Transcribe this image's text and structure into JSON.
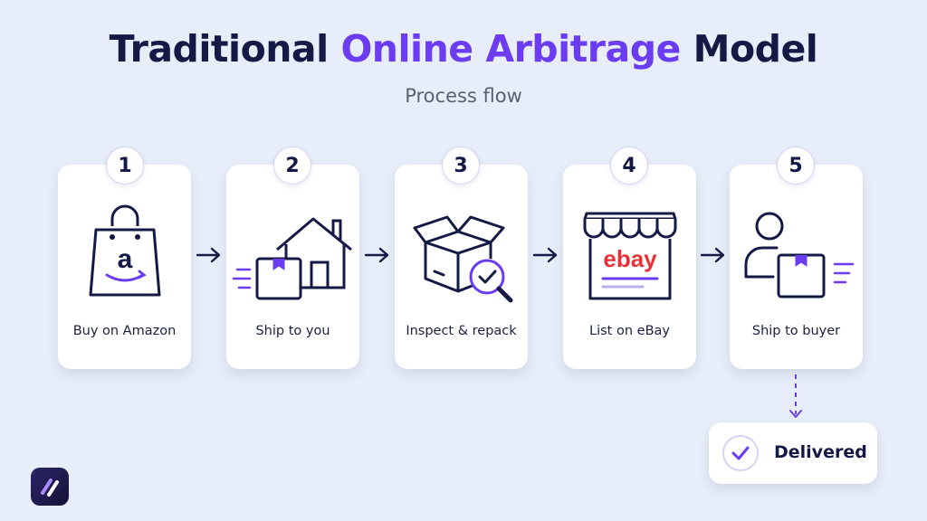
{
  "header": {
    "title_part1": "Traditional",
    "title_accent": "Online Arbitrage",
    "title_part2": "Model",
    "subtitle": "Process flow"
  },
  "steps": [
    {
      "number": "1",
      "label": "Buy on Amazon",
      "icon": "amazon-bag-icon",
      "icon_text": "a"
    },
    {
      "number": "2",
      "label": "Ship to you",
      "icon": "house-package-icon"
    },
    {
      "number": "3",
      "label": "Inspect & repack",
      "icon": "box-inspect-icon"
    },
    {
      "number": "4",
      "label": "List on eBay",
      "icon": "ebay-storefront-icon",
      "icon_text": "ebay"
    },
    {
      "number": "5",
      "label": "Ship to buyer",
      "icon": "person-package-icon"
    }
  ],
  "result": {
    "label": "Delivered",
    "icon": "check-circle-icon"
  },
  "colors": {
    "accent": "#6b3cf2",
    "ink": "#141a45",
    "background": "#e8eef9",
    "ebay_red": "#e53238",
    "ebay_blue": "#0064d2",
    "ebay_yellow": "#f5af02",
    "ebay_green": "#86b817"
  }
}
